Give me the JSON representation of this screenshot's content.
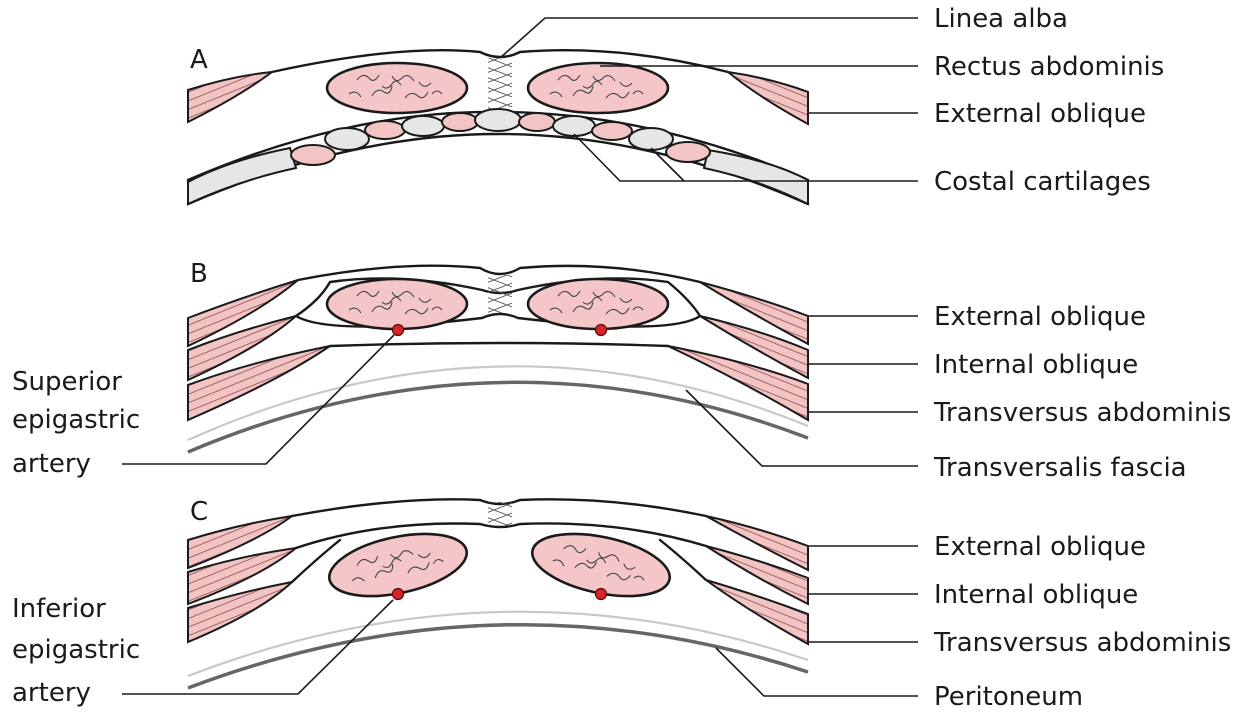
{
  "panels": {
    "a": "A",
    "b": "B",
    "c": "C"
  },
  "labels_right": {
    "a": [
      "Linea alba",
      "Rectus abdominis",
      "External oblique",
      "Costal cartilages"
    ],
    "b": [
      "External oblique",
      "Internal oblique",
      "Transversus abdominis",
      "Transversalis fascia"
    ],
    "c": [
      "External oblique",
      "Internal oblique",
      "Transversus abdominis",
      "Peritoneum"
    ]
  },
  "labels_left": {
    "b": [
      "Superior",
      "epigastric",
      "artery"
    ],
    "c": [
      "Inferior",
      "epigastric",
      "artery"
    ]
  },
  "colors": {
    "muscle": "#f2c4c4",
    "rectus": "#f5c6c8",
    "artery": "#d8232a",
    "cartilage": "#e6e6e6"
  }
}
